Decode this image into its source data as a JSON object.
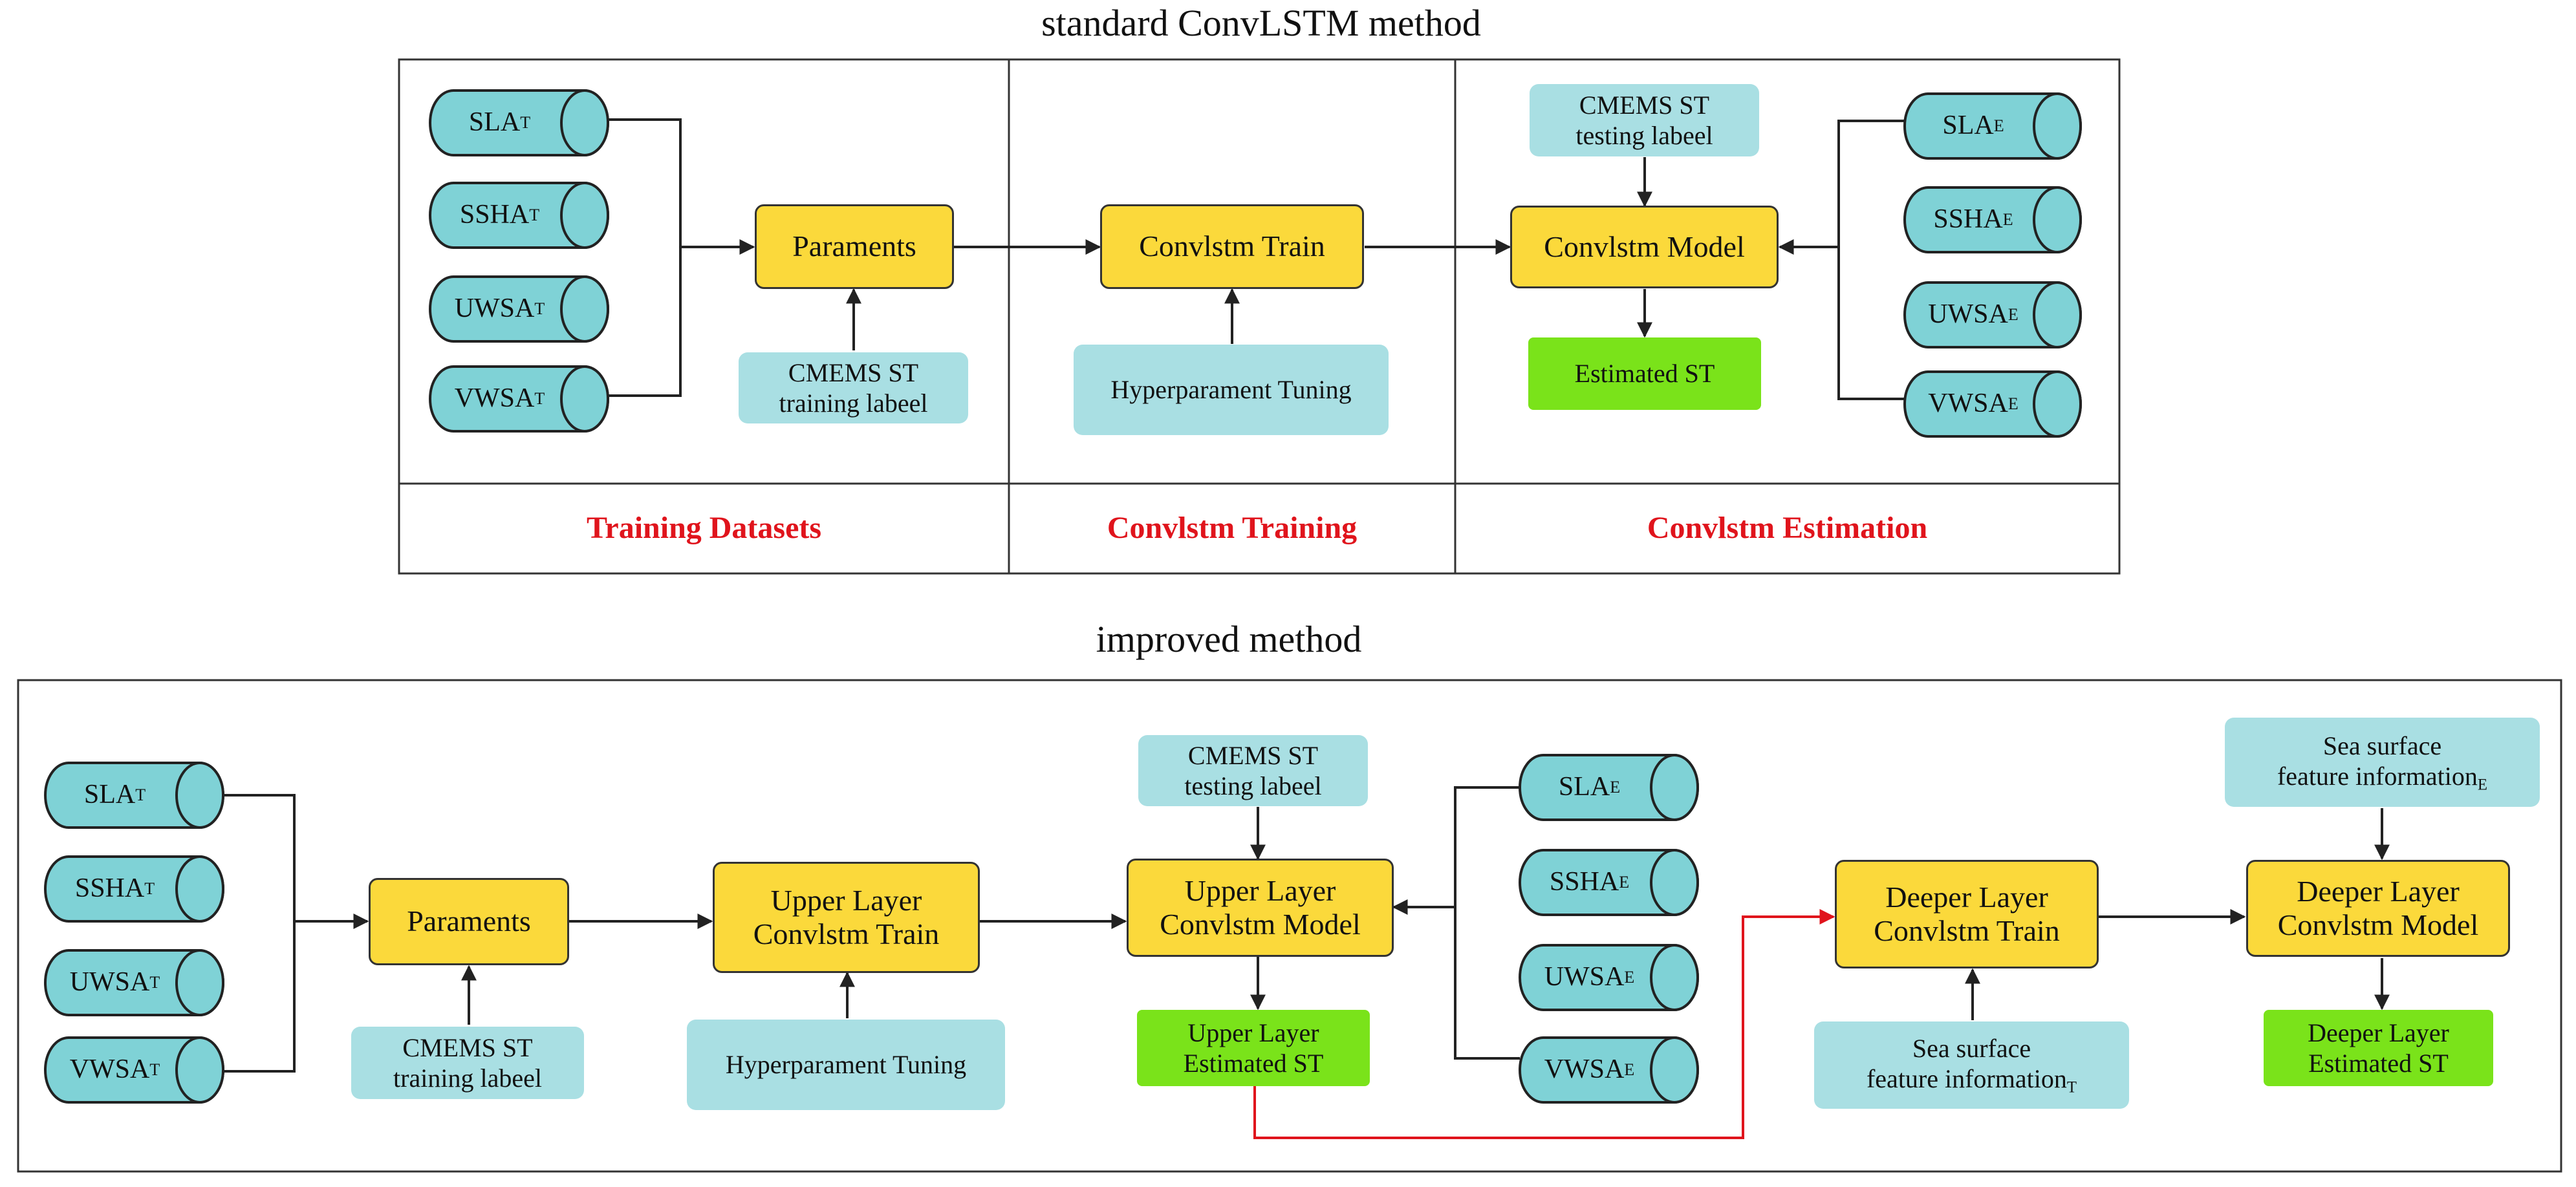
{
  "top": {
    "title": "standard ConvLSTM method",
    "datasets_train": [
      {
        "base": "SLA",
        "sub": "T"
      },
      {
        "base": "SSHA",
        "sub": "T"
      },
      {
        "base": "UWSA",
        "sub": "T"
      },
      {
        "base": "VWSA",
        "sub": "T"
      }
    ],
    "datasets_est": [
      {
        "base": "SLA",
        "sub": "E"
      },
      {
        "base": "SSHA",
        "sub": "E"
      },
      {
        "base": "UWSA",
        "sub": "E"
      },
      {
        "base": "VWSA",
        "sub": "E"
      }
    ],
    "paraments": "Paraments",
    "training_label_1": "CMEMS ST",
    "training_label_2": "training labeel",
    "train": "Convlstm Train",
    "tuning": "Hyperparament Tuning",
    "testing_label_1": "CMEMS ST",
    "testing_label_2": "testing labeel",
    "model": "Convlstm Model",
    "estimated": "Estimated ST",
    "sections": [
      "Training Datasets",
      "Convlstm Training",
      "Convlstm Estimation"
    ]
  },
  "bottom": {
    "title": "improved method",
    "datasets_train": [
      {
        "base": "SLA",
        "sub": "T"
      },
      {
        "base": "SSHA",
        "sub": "T"
      },
      {
        "base": "UWSA",
        "sub": "T"
      },
      {
        "base": "VWSA",
        "sub": "T"
      }
    ],
    "datasets_est": [
      {
        "base": "SLA",
        "sub": "E"
      },
      {
        "base": "SSHA",
        "sub": "E"
      },
      {
        "base": "UWSA",
        "sub": "E"
      },
      {
        "base": "VWSA",
        "sub": "E"
      }
    ],
    "paraments": "Paraments",
    "training_label_1": "CMEMS ST",
    "training_label_2": "training labeel",
    "upper_train_1": "Upper Layer",
    "upper_train_2": "Convlstm Train",
    "tuning": "Hyperparament Tuning",
    "testing_label_1": "CMEMS ST",
    "testing_label_2": "testing labeel",
    "upper_model_1": "Upper Layer",
    "upper_model_2": "Convlstm Model",
    "upper_est_1": "Upper Layer",
    "upper_est_2": "Estimated ST",
    "deeper_train_1": "Deeper Layer",
    "deeper_train_2": "Convlstm Train",
    "sea_t_1": "Sea surface",
    "sea_t_2": "feature information",
    "sea_t_sub": "T",
    "sea_e_1": "Sea surface",
    "sea_e_2": "feature information",
    "sea_e_sub": "E",
    "deeper_model_1": "Deeper Layer",
    "deeper_model_2": "Convlstm Model",
    "deeper_est_1": "Deeper Layer",
    "deeper_est_2": "Estimated ST"
  },
  "colors": {
    "cylinder": "#7FD2D6",
    "process": "#FBD93B",
    "label_box": "#A9DFE3",
    "estimated": "#7AE31A",
    "section_text": "#E0141C",
    "red_arrow": "#E0141C"
  }
}
